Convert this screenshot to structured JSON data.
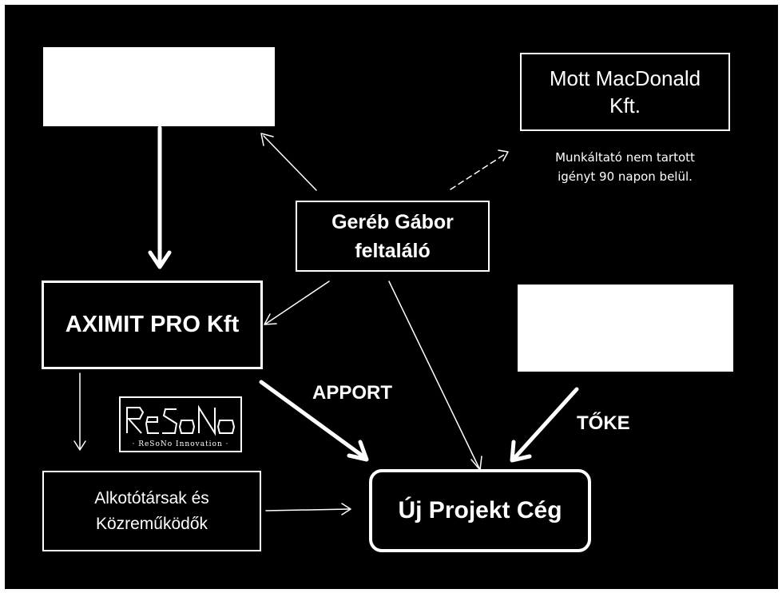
{
  "nodes": {
    "aximit": "AXIMIT PRO Kft",
    "mott_line1": "Mott MacDonald",
    "mott_line2": "Kft.",
    "gereb_line1": "Geréb Gábor",
    "gereb_line2": "feltaláló",
    "alkoto_line1": "Alkotótársak és",
    "alkoto_line2": "Közreműködők",
    "uj_projekt": "Új Projekt Cég"
  },
  "notes": {
    "mott_line1": "Munkáltató nem tartott",
    "mott_line2": "igényt 90 napon belül."
  },
  "edge_labels": {
    "apport": "APPORT",
    "toke": "TŐKE"
  },
  "logo": {
    "wordmark": "ReSoNo",
    "caption": "· ReSoNo Innovation ·"
  },
  "colors": {
    "background": "#000000",
    "foreground": "#ffffff"
  }
}
